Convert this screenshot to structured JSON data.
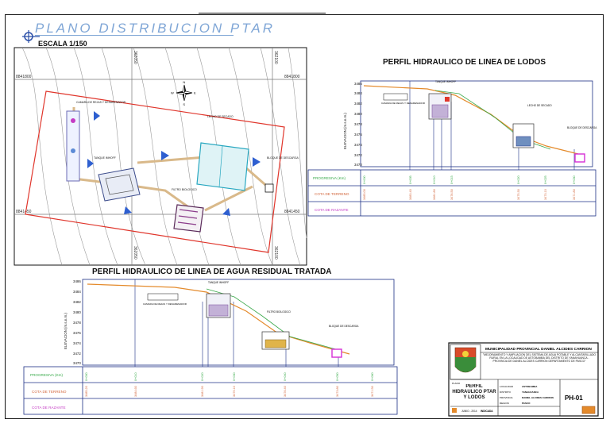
{
  "sheet": {
    "title": "PLANO DISTRIBUCION PTAR",
    "scale": "ESCALA 1/150"
  },
  "site_plan": {
    "coords": {
      "top_left": "8841800",
      "top_right": "8841800",
      "bottom_left": "8841450",
      "bottom_right": "8841450",
      "col_a_top": "362050",
      "col_b_top": "362100",
      "col_a_bottom": "362050",
      "col_b_bottom": "362100"
    },
    "units": [
      "CAMARA DE REJAS Y DESARENADOR",
      "TANQUE IMHOFF",
      "LECHO DE SECADO",
      "FILTRO BIOLOGICO",
      "BLOQUE DE DESCARGA"
    ],
    "compass": {
      "n": "N",
      "e": "E",
      "s": "S",
      "w": "W"
    }
  },
  "profile_lodos": {
    "title": "PERFIL HIDRAULICO DE LINEA DE LODOS",
    "ylabel": "ELEVACION (m.s.n.m.)",
    "yticks": [
      "3486",
      "3484",
      "3482",
      "3480",
      "3478",
      "3476",
      "3474",
      "3472",
      "3470"
    ],
    "row_labels": [
      "PROGRESIVA (Km)",
      "COTA DE TERRENO",
      "COTA DE RAZANTE"
    ],
    "structures": [
      "TANQUE IMHOFF",
      "CAMARA DE REJAS Y DESARENADOR",
      "LECHO DE SECADO",
      "BLOQUE DE DESCARGA"
    ],
    "stations": [
      "0+000",
      "0+005",
      "0+010",
      "0+015",
      "0+020",
      "0+025",
      "0+030"
    ],
    "terrain": [
      "3485.00",
      "3483.40",
      "3481.80",
      "3478.50",
      "3475.30",
      "3473.10",
      "3471.80"
    ]
  },
  "profile_agua": {
    "title": "PERFIL HIDRAULICO DE LINEA DE AGUA RESIDUAL TRATADA",
    "ylabel": "ELEVACION (m.s.n.m.)",
    "yticks": [
      "3486",
      "3484",
      "3482",
      "3480",
      "3478",
      "3476",
      "3474",
      "3472",
      "3470"
    ],
    "row_labels": [
      "PROGRESIVA (Km)",
      "COTA DE TERRENO",
      "COTA DE RAZANTE"
    ],
    "structures": [
      "TANQUE IMHOFF",
      "CAMARA DE REJAS Y DESARENADOR",
      "FILTRO BIOLOGICO",
      "BLOQUE DE DESCARGA"
    ],
    "stations": [
      "0+000",
      "0+010",
      "0+020",
      "0+030",
      "0+040",
      "0+050",
      "0+060"
    ],
    "terrain": [
      "3485.20",
      "3484.60",
      "3481.90",
      "3479.10",
      "3476.40",
      "3473.80",
      "3471.50"
    ]
  },
  "title_block": {
    "municipality": "MUNICIPALIDAD PROVINCIAL DANIEL ALCIDES CARRION",
    "project": "\"MEJORAMIENTO Y AMPLIACION DEL SISTEMA DE AGUA POTABLE Y ALCANTARILLADO RURAL EN LA LOCALIDAD DE ASTOBAMBA DEL DISTRITO DE YANAHUANCA - PROVINCIA DE DANIEL ALCIDES CARRION DEPARTAMENTO DE PASCO\"",
    "plan_label": "PLANO",
    "plan_name": "PERFIL HIDRAULICO PTAR Y LODOS",
    "fields": [
      {
        "k": "LOCALIDAD",
        "v": "ASTOBAMBA"
      },
      {
        "k": "DISTRITO",
        "v": "YANAHUANCA"
      },
      {
        "k": "PROVINCIA",
        "v": "DANIEL ALCIDES CARRION"
      },
      {
        "k": "REGION",
        "v": "PASCO"
      }
    ],
    "date": "JUNIO - 2014",
    "scale": "INDICADA",
    "sheet_code": "PH-01"
  }
}
